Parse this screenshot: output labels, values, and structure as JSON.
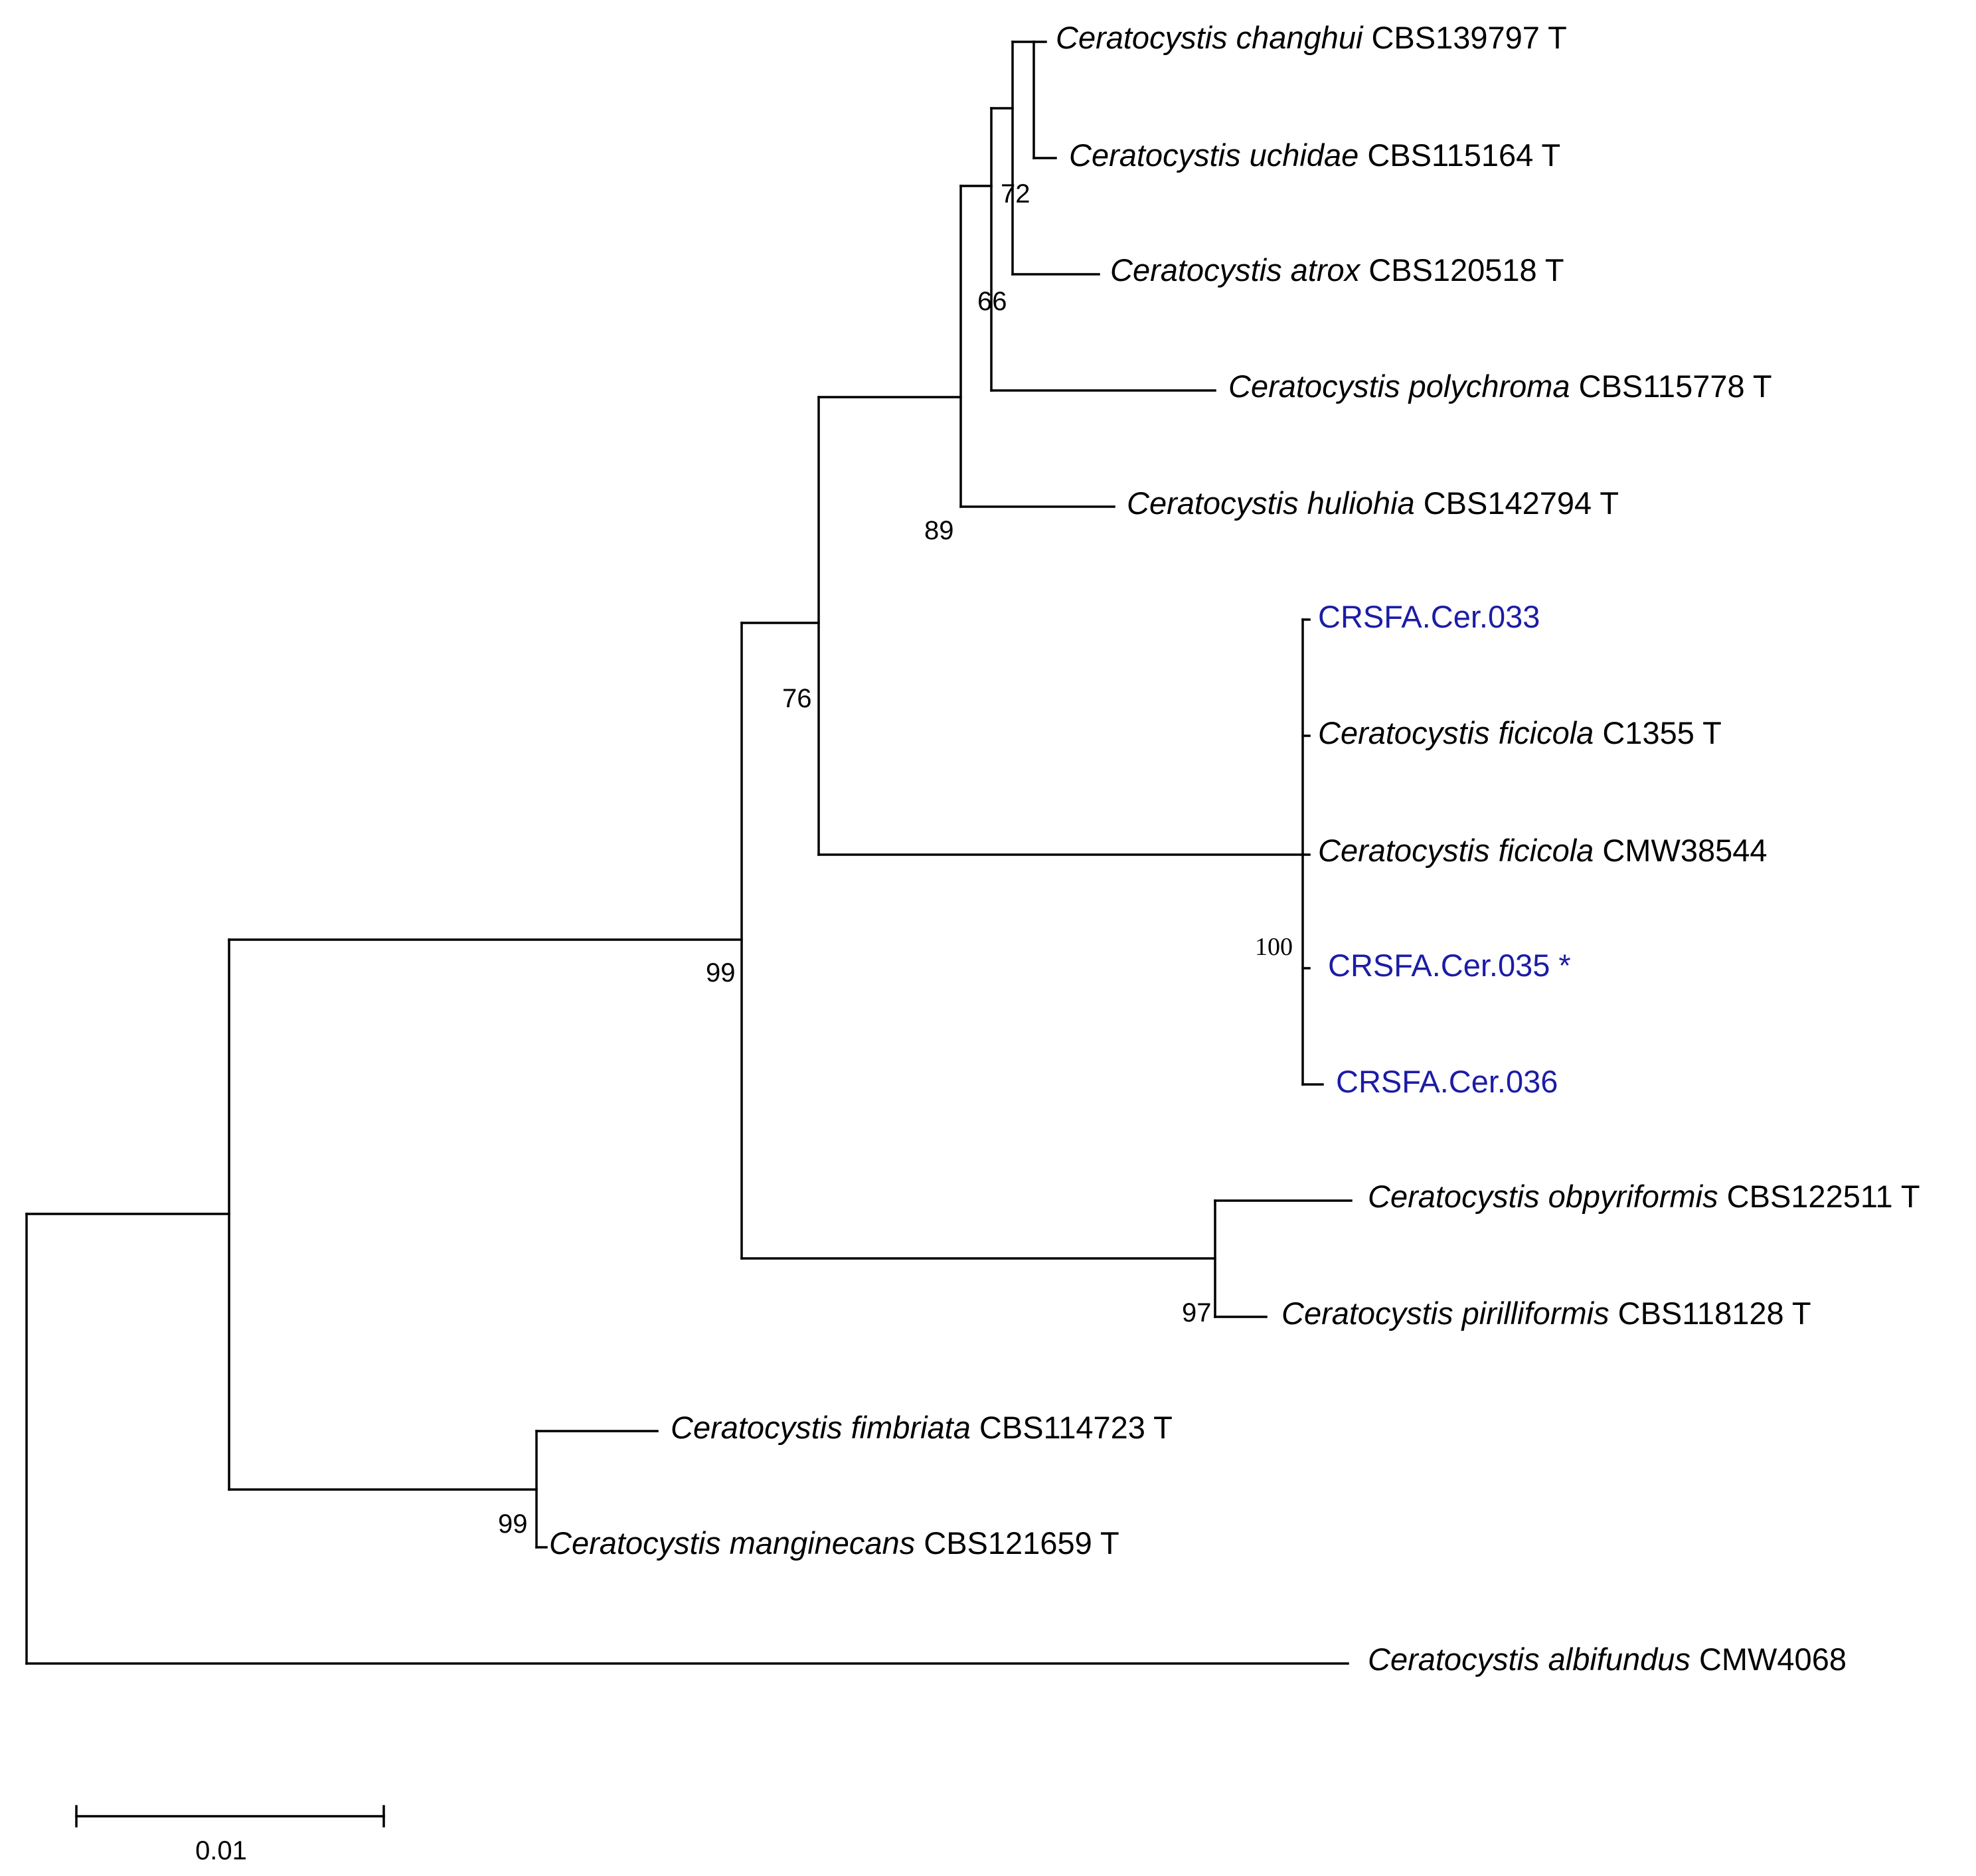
{
  "taxa": [
    {
      "id": "changhui",
      "genus_species": "Ceratocystis changhui",
      "strain": "CBS139797 T",
      "highlight": false
    },
    {
      "id": "uchidae",
      "genus_species": "Ceratocystis uchidae",
      "strain": "CBS115164 T",
      "highlight": false
    },
    {
      "id": "atrox",
      "genus_species": "Ceratocystis atrox",
      "strain": "CBS120518 T",
      "highlight": false
    },
    {
      "id": "polychroma",
      "genus_species": "Ceratocystis polychroma",
      "strain": "CBS115778 T",
      "highlight": false
    },
    {
      "id": "huliohia",
      "genus_species": "Ceratocystis huliohia",
      "strain": "CBS142794 T",
      "highlight": false
    },
    {
      "id": "cer033",
      "genus_species": "",
      "strain": "CRSFA.Cer.033",
      "highlight": true
    },
    {
      "id": "ficicola1",
      "genus_species": "Ceratocystis ficicola",
      "strain": "C1355 T",
      "highlight": false
    },
    {
      "id": "ficicola2",
      "genus_species": "Ceratocystis ficicola",
      "strain": "CMW38544",
      "highlight": false
    },
    {
      "id": "cer035",
      "genus_species": "",
      "strain": "CRSFA.Cer.035 *",
      "highlight": true
    },
    {
      "id": "cer036",
      "genus_species": "",
      "strain": "CRSFA.Cer.036",
      "highlight": true
    },
    {
      "id": "obpyriformis",
      "genus_species": "Ceratocystis obpyriformis",
      "strain": "CBS122511 T",
      "highlight": false
    },
    {
      "id": "pirilliformis",
      "genus_species": "Ceratocystis pirilliformis",
      "strain": "CBS118128 T",
      "highlight": false
    },
    {
      "id": "fimbriata",
      "genus_species": "Ceratocystis fimbriata",
      "strain": "CBS114723 T",
      "highlight": false
    },
    {
      "id": "manginecans",
      "genus_species": "Ceratocystis manginecans",
      "strain": "CBS121659 T",
      "highlight": false
    },
    {
      "id": "albifundus",
      "genus_species": "Ceratocystis albifundus",
      "strain": "CMW4068",
      "highlight": false
    }
  ],
  "support_values": [
    {
      "node": "changhui-uchidae-atrox",
      "value": "72"
    },
    {
      "node": "with-polychroma",
      "value": "66"
    },
    {
      "node": "with-huliohia",
      "value": "89"
    },
    {
      "node": "with-ficicola-clade",
      "value": "76"
    },
    {
      "node": "ficicola-clade",
      "value": "100"
    },
    {
      "node": "ingroup",
      "value": "99"
    },
    {
      "node": "obpyriformis-pirilliformis",
      "value": "97"
    },
    {
      "node": "fimbriata-manginecans",
      "value": "99"
    }
  ],
  "scale_bar": {
    "label": "0.01"
  },
  "colors": {
    "branch": "#000000",
    "text": "#000000",
    "highlight": "#1c1ca6"
  }
}
